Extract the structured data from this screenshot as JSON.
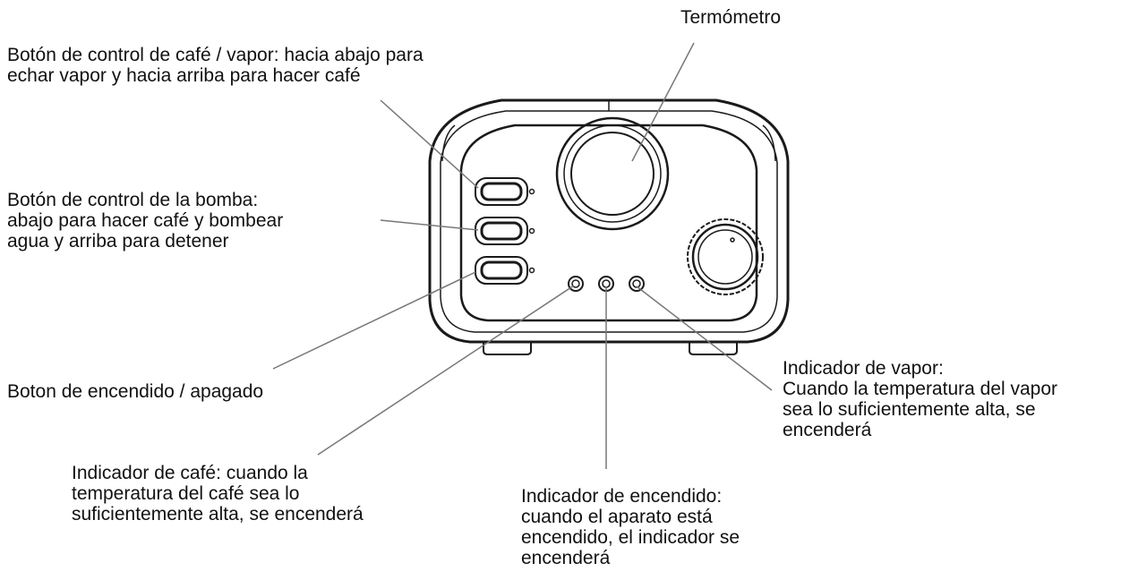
{
  "labels": {
    "thermometer": [
      "Termómetro"
    ],
    "coffee_steam_button": [
      "Botón de control de café / vapor: hacia abajo para",
      "echar vapor y hacia arriba para hacer café"
    ],
    "pump_button": [
      "Botón de control de la bomba:",
      "abajo para hacer café y bombear",
      "agua y arriba para detener"
    ],
    "power_button": [
      "Boton de encendido / apagado"
    ],
    "coffee_indicator": [
      "Indicador de café: cuando la",
      "temperatura del café sea lo",
      "suficientemente alta, se encenderá"
    ],
    "power_indicator": [
      "Indicador de encendido:",
      "cuando el aparato está",
      "encendido, el indicador se",
      "encenderá"
    ],
    "steam_indicator": [
      "Indicador de vapor:",
      "Cuando la temperatura del vapor",
      "sea lo suficientemente alta, se",
      "encenderá"
    ]
  },
  "colors": {
    "outline": "#1a1a1a",
    "leader_line": "#777777",
    "text": "#111111",
    "background": "#ffffff"
  }
}
